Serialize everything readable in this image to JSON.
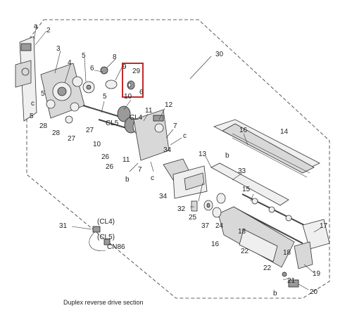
{
  "caption": "Duplex reverse drive section",
  "highlight_color": "#c62828",
  "labels": {
    "a": "a",
    "n2": "2",
    "n3": "3",
    "n4": "4",
    "n5": "5",
    "n6": "6",
    "n8": "8",
    "n9": "9",
    "n29": "29",
    "n30": "30",
    "n10": "10",
    "n11": "11",
    "n12": "12",
    "n7": "7",
    "c": "c",
    "cl4": "CL4",
    "cl5": "CL5",
    "n26": "26",
    "n27": "27",
    "n28": "28",
    "n16": "16",
    "n14": "14",
    "b": "b",
    "n34": "34",
    "n13": "13",
    "n33": "33",
    "n15": "15",
    "n32": "32",
    "n25": "25",
    "n37": "37",
    "n24": "24",
    "n18": "18",
    "n22": "22",
    "n17": "17",
    "n19": "19",
    "n21": "21",
    "n20": "20",
    "n31": "31",
    "cl4p": "(CL4)",
    "cl5p": "(CL5)",
    "cn86": "CN86"
  }
}
